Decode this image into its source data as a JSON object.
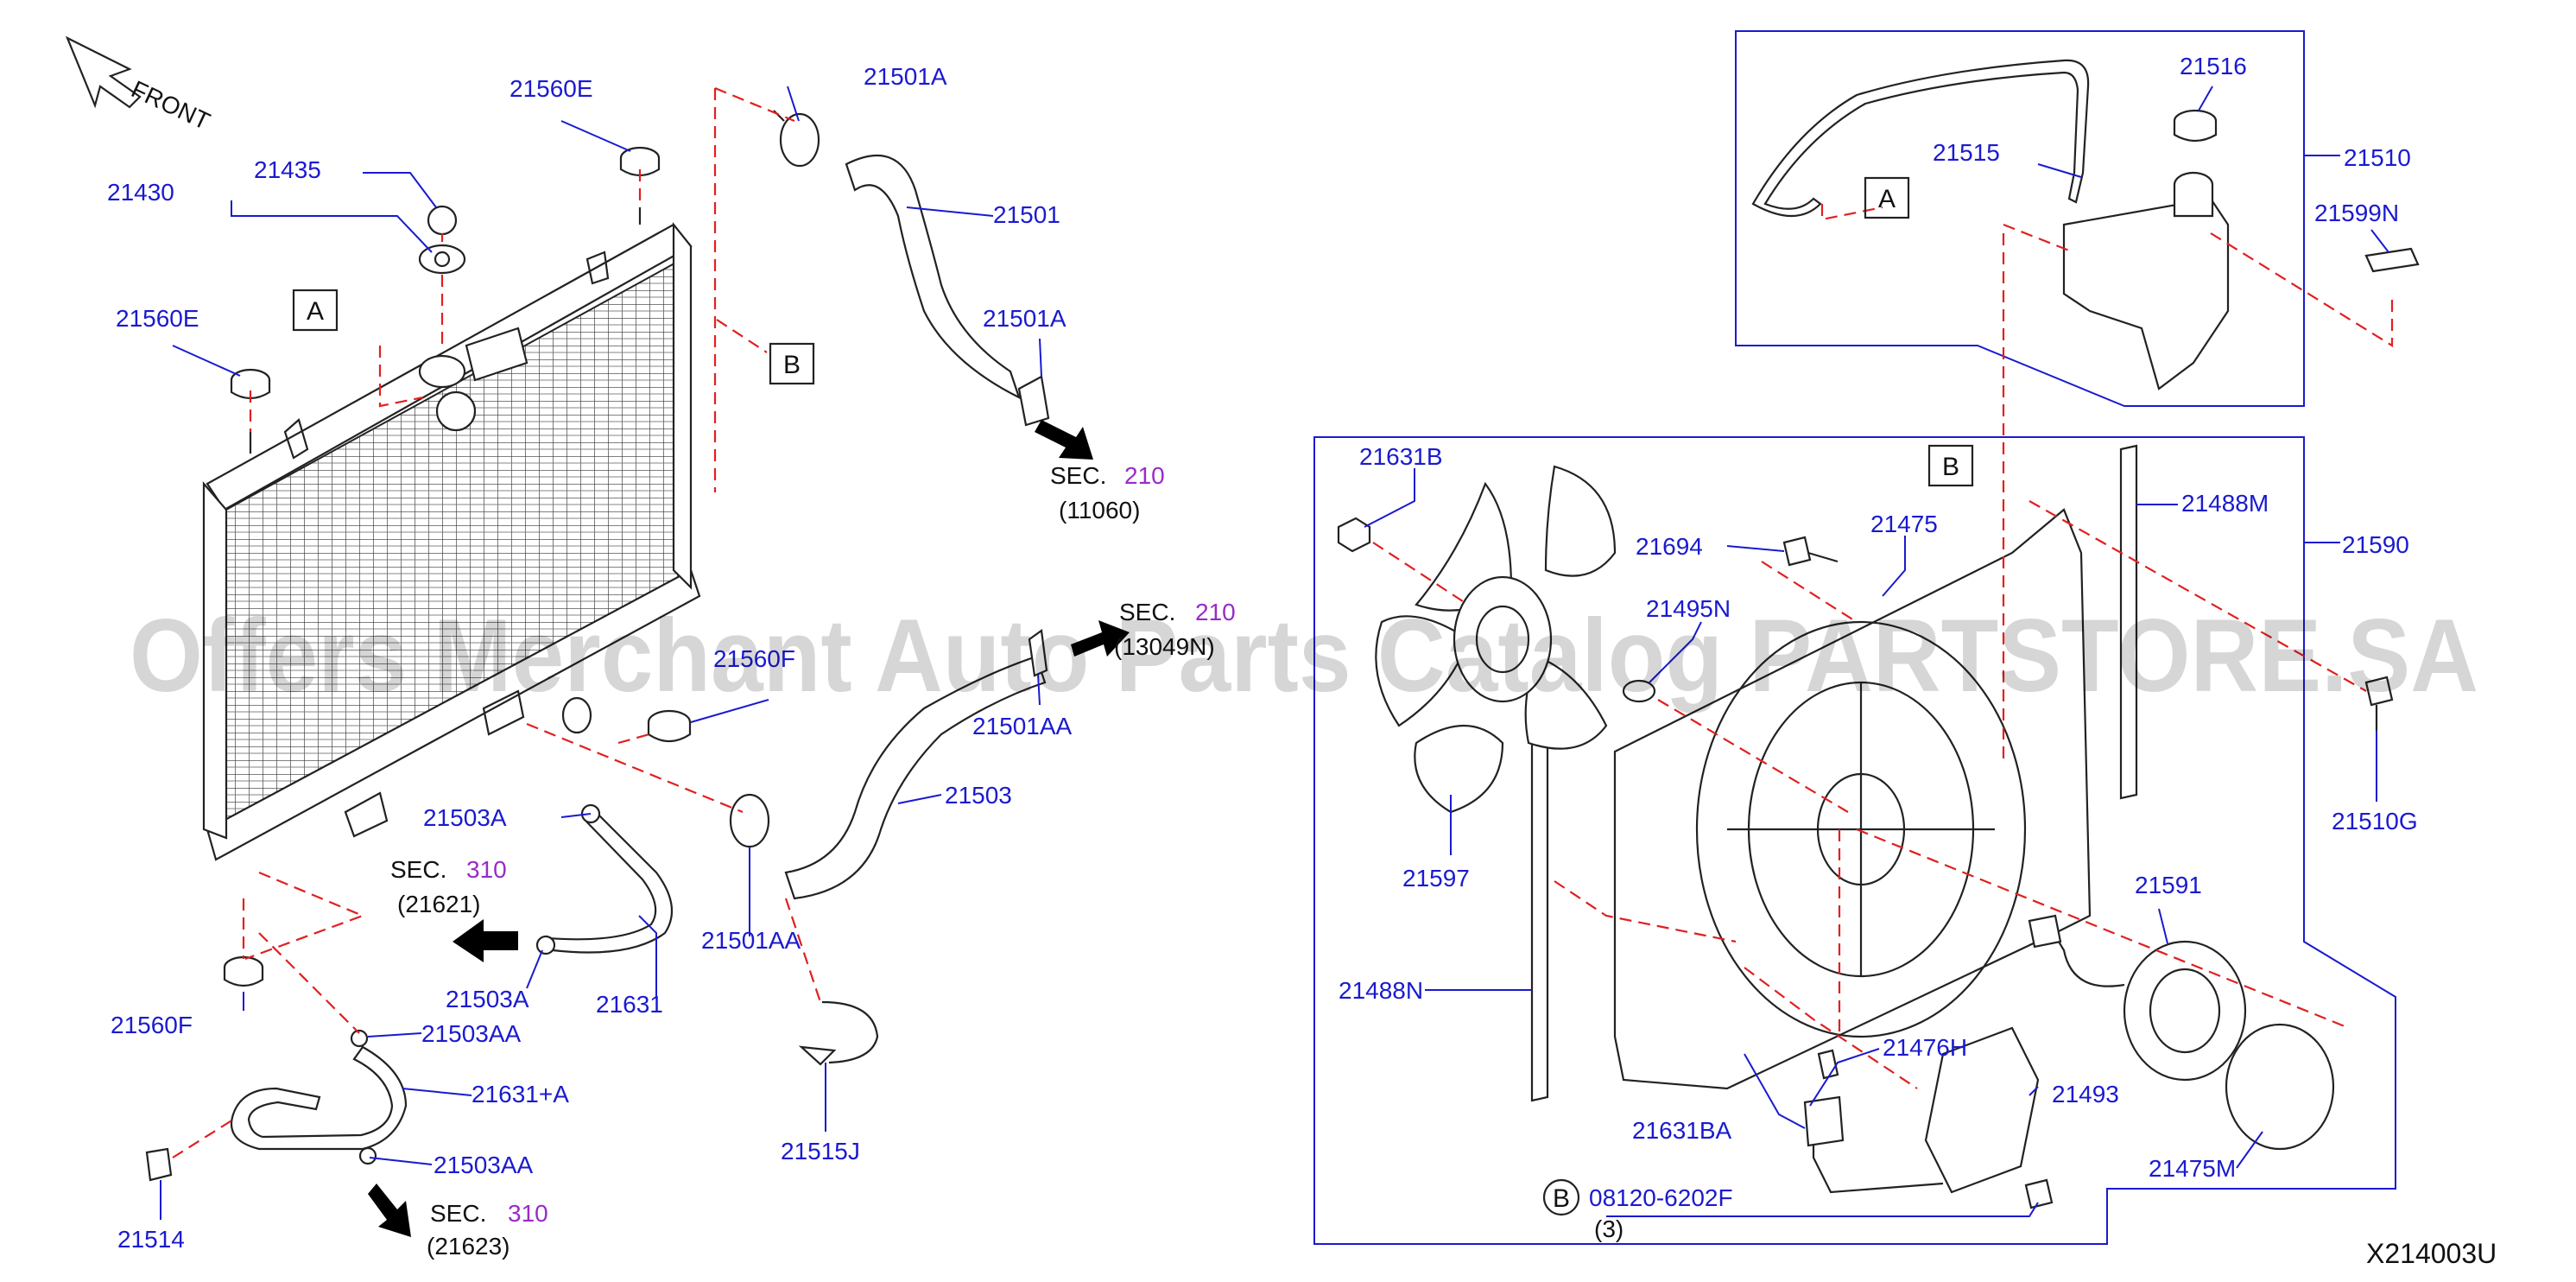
{
  "labels": {
    "front": "FRONT",
    "p21560E_top": "21560E",
    "p21501A_top": "21501A",
    "p21430": "21430",
    "p21435": "21435",
    "p21501": "21501",
    "p21560E_left": "21560E",
    "boxA_left": "A",
    "boxB_mid": "B",
    "p21501A_mid": "21501A",
    "sec210_a": "SEC.",
    "sec210_a_num": "210",
    "sec210_a_sub": "(11060)",
    "sec210_b": "SEC.",
    "sec210_b_num": "210",
    "sec210_b_sub": "(13049N)",
    "p21560F_mid": "21560F",
    "p21501AA_top": "21501AA",
    "p21503": "21503",
    "p21503A_top": "21503A",
    "sec310_a": "SEC.",
    "sec310_a_num": "310",
    "sec310_a_sub": "(21621)",
    "p21501AA_bot": "21501AA",
    "p21503A_bot": "21503A",
    "p21631": "21631",
    "p21560F_left": "21560F",
    "p21503AA_top": "21503AA",
    "p21631A": "21631+A",
    "p21503AA_bot": "21503AA",
    "p21514": "21514",
    "sec310_b": "SEC.",
    "sec310_b_num": "310",
    "sec310_b_sub": "(21623)",
    "p21515J": "21515J",
    "p21516": "21516",
    "p21515": "21515",
    "p21510": "21510",
    "boxA_right": "A",
    "p21599N": "21599N",
    "boxB_right": "B",
    "p21631B": "21631B",
    "p21488M": "21488M",
    "p21590": "21590",
    "p21694": "21694",
    "p21475": "21475",
    "p21495N": "21495N",
    "p21510G": "21510G",
    "p21597": "21597",
    "p21591": "21591",
    "p21488N": "21488N",
    "p21476H": "21476H",
    "p21493": "21493",
    "p21631BA": "21631BA",
    "p21475M": "21475M",
    "bolt_B": "B",
    "bolt_num": "08120-6202F",
    "bolt_qty": "(3)",
    "diagram_code": "X214003U"
  },
  "watermark": "Offers Merchant Auto Parts Catalog PARTSTORE.SA",
  "colors": {
    "part_label": "#1a1ad0",
    "sec_number": "#9a2bc8",
    "dashed_guide": "#e02020",
    "line_art": "#222222"
  }
}
